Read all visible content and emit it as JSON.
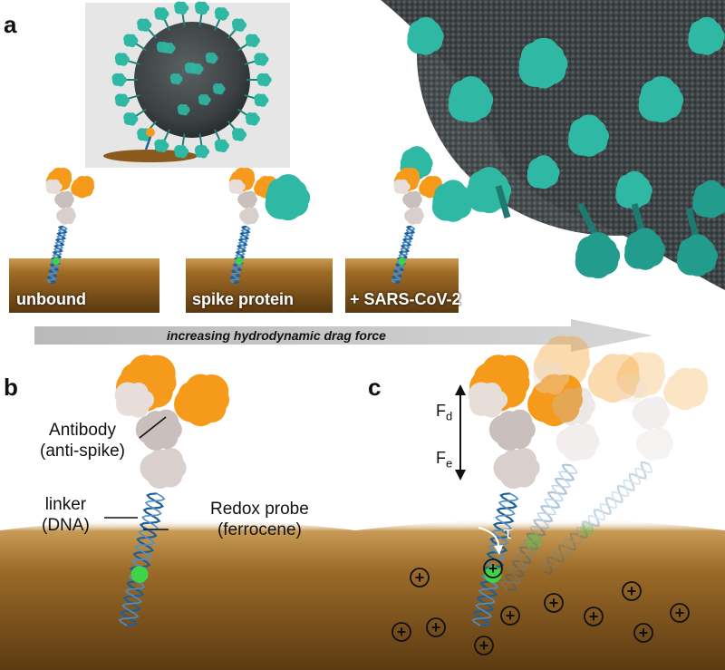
{
  "panels": {
    "a": {
      "letter": "a",
      "states": [
        {
          "label": "unbound"
        },
        {
          "label": "spike protein"
        },
        {
          "label": "+ SARS-CoV-2"
        }
      ],
      "arrow_label": "increasing hydrodynamic drag force"
    },
    "b": {
      "letter": "b",
      "antibody_label": [
        "Antibody",
        "(anti-spike)"
      ],
      "linker_label": [
        "linker",
        "(DNA)"
      ],
      "probe_label": [
        "Redox probe",
        "(ferrocene)"
      ]
    },
    "c": {
      "letter": "c",
      "drag_force": {
        "symbol": "F",
        "subscript": "d"
      },
      "electric_force": {
        "symbol": "F",
        "subscript": "e"
      },
      "torque_symbol": "τ",
      "charge_symbol": "+",
      "charge_count": 11
    }
  },
  "colors": {
    "spike": "#2fb8a4",
    "virus_core": "#3d4344",
    "antibody_fab": "#f59a1b",
    "antibody_fc": "#d9cfcc",
    "dna": "#1f5f96",
    "ferrocene": "#3ed44a",
    "surface": "#8a5a1c",
    "arrow": "#c9c9c9"
  }
}
